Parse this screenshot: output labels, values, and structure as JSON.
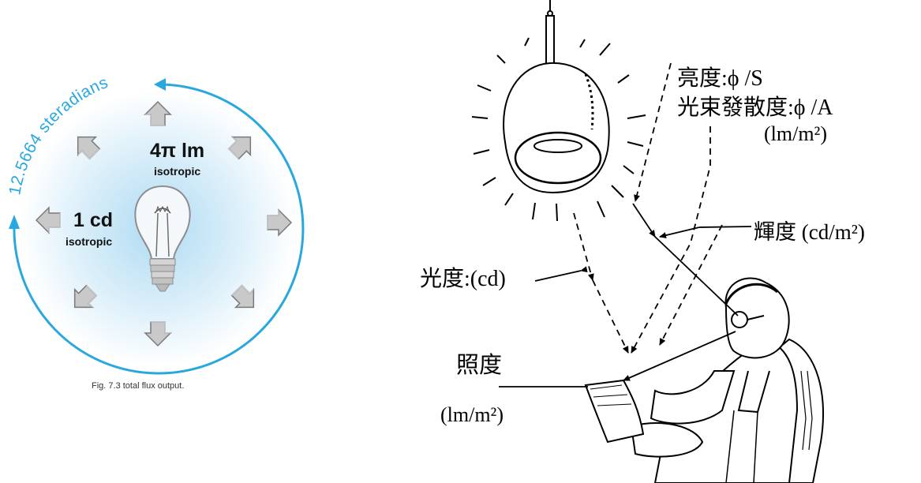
{
  "left": {
    "arc_label": "12.5664 steradians",
    "flux_value": "4π lm",
    "flux_sub": "isotropic",
    "intensity_value": "1 cd",
    "intensity_sub": "isotropic",
    "caption": "Fig. 7.3 total flux output.",
    "colors": {
      "arc": "#29a8e0",
      "glow": "#bfe3f6",
      "arrow": "#bdbdbd"
    },
    "icons": [
      "light-bulb-icon",
      "arrow-icon"
    ]
  },
  "right": {
    "luminance_label": "亮度:ϕ /S",
    "exitance_label": "光束發散度:ϕ /A",
    "exitance_unit": "(lm/m²)",
    "brightness_label": "輝度 (cd/m²)",
    "intensity_label": "光度:(cd)",
    "illuminance_label": "照度",
    "illuminance_unit": "(lm/m²)",
    "icons": [
      "pendant-lamp-icon",
      "reading-person-icon"
    ]
  }
}
